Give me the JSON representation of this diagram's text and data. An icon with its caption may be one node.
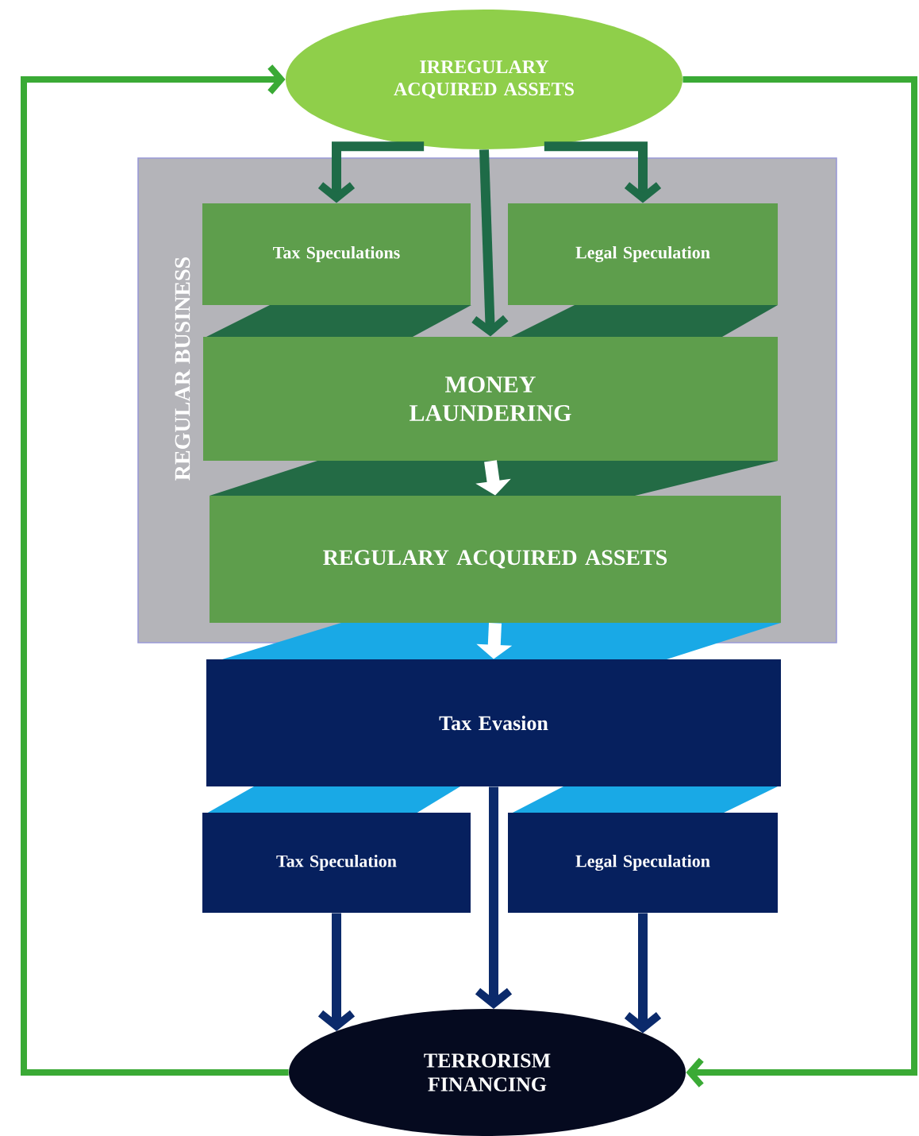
{
  "diagram": {
    "nodes": [
      {
        "text": [
          "IRREGULARY ACQUIRED ASSETS"
        ]
      },
      {
        "text": [
          "REGULAR BUSINESS"
        ]
      },
      {
        "text": [
          "Tax Speculations"
        ],
        "in": 1
      },
      {
        "text": [
          "Legal Speculation"
        ],
        "in": 1
      },
      {
        "text": [
          "MONEY LAUNDERING"
        ],
        "in": 1
      },
      {
        "text": [
          "REGULARY ACQUIRED ASSETS"
        ],
        "in": 1
      },
      {
        "text": [
          "Tax Evasion"
        ]
      },
      {
        "text": [
          "Tax Speculation"
        ]
      },
      {
        "text": [
          "Legal Speculation"
        ]
      },
      {
        "text": [
          "TERRORISM FINANCING"
        ]
      }
    ],
    "edges": [
      {
        "from": 0,
        "to": 2,
        "arrow": "to",
        "color": "#1e6b47"
      },
      {
        "from": 0,
        "to": 3,
        "arrow": "to",
        "color": "#1e6b47"
      },
      {
        "from": 0,
        "to": 4,
        "arrow": "to",
        "color": "#1e6b47"
      },
      {
        "from": 4,
        "to": 5,
        "arrow": "to",
        "color": "#ffffff"
      },
      {
        "from": 5,
        "to": 6,
        "arrow": "to",
        "color": "#ffffff"
      },
      {
        "from": 7,
        "to": 9,
        "arrow": "to",
        "color": "#0b2a6b"
      },
      {
        "from": 6,
        "to": 9,
        "arrow": "to",
        "color": "#0b2a6b"
      },
      {
        "from": 8,
        "to": 9,
        "arrow": "to",
        "color": "#0b2a6b"
      },
      {
        "from": 9,
        "to": 0,
        "arrow": "to",
        "color": "#3aaa35"
      },
      {
        "from": 0,
        "to": 9,
        "arrow": "to",
        "color": "#3aaa35"
      }
    ]
  }
}
